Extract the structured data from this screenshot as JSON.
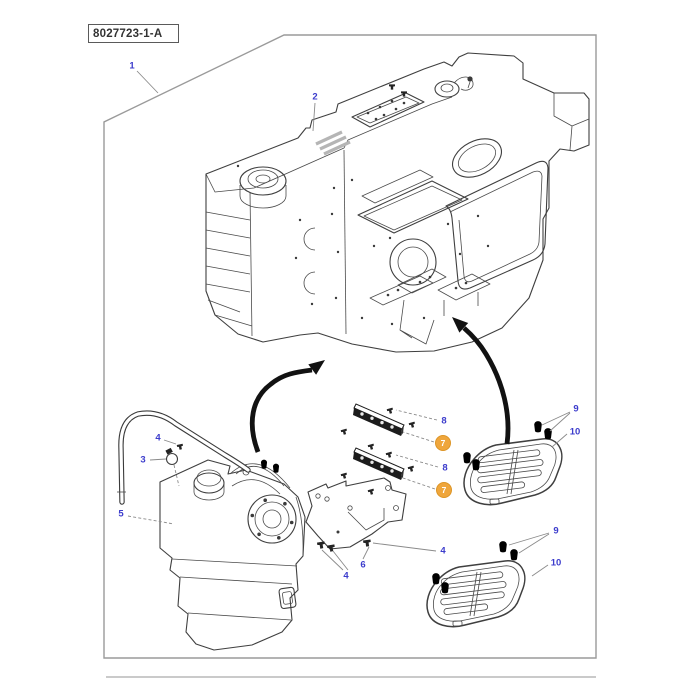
{
  "page": {
    "drawing_number": "8027723-1-A",
    "background": "#ffffff"
  },
  "colors": {
    "callout_blue": "#3c3ccc",
    "highlight_orange": "#efa63c",
    "line_art": "#3f3f3f",
    "frame_gray": "#9a9a9a",
    "arrow_black": "#121212"
  },
  "icons": {
    "assembly_arrow": "curved-up-arrow",
    "highlight_balloon": "orange-circle-badge"
  },
  "callouts": [
    {
      "number": "1",
      "style": "plain",
      "target": "frame-assembly"
    },
    {
      "number": "2",
      "style": "plain",
      "target": "main-fuel-tank"
    },
    {
      "number": "3",
      "style": "plain",
      "target": "hose-clamp"
    },
    {
      "number": "4",
      "style": "plain",
      "target": "screw"
    },
    {
      "number": "5",
      "style": "plain",
      "target": "auxiliary-tank"
    },
    {
      "number": "4",
      "style": "plain",
      "target": "screw-pair"
    },
    {
      "number": "6",
      "style": "plain",
      "target": "mounting-plate"
    },
    {
      "number": "4",
      "style": "plain",
      "target": "screw"
    },
    {
      "number": "8",
      "style": "plain",
      "target": "strip-screw"
    },
    {
      "number": "7",
      "style": "highlight",
      "target": "wear-strip"
    },
    {
      "number": "8",
      "style": "plain",
      "target": "strip-screw"
    },
    {
      "number": "7",
      "style": "highlight",
      "target": "wear-strip"
    },
    {
      "number": "9",
      "style": "plain",
      "target": "step-stud"
    },
    {
      "number": "10",
      "style": "plain",
      "target": "step-tread"
    },
    {
      "number": "9",
      "style": "plain",
      "target": "step-stud"
    },
    {
      "number": "10",
      "style": "plain",
      "target": "step-tread"
    }
  ]
}
